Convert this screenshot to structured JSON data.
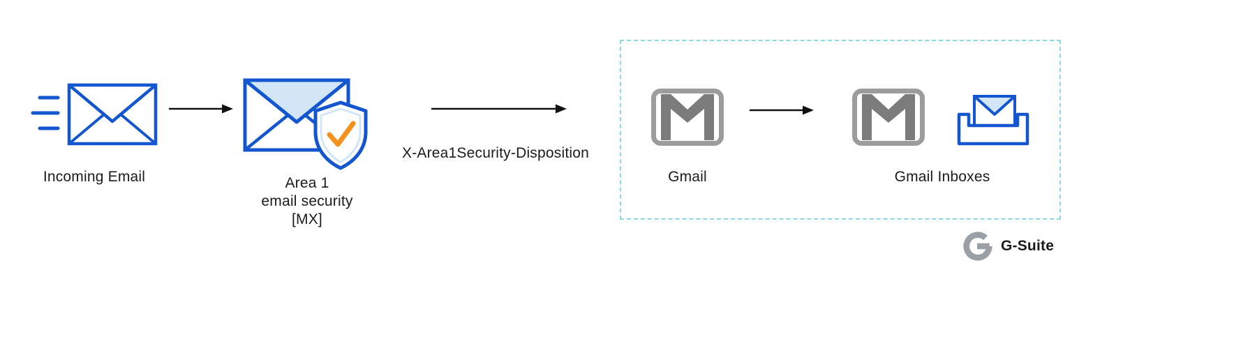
{
  "flow": {
    "incoming_email": {
      "label": "Incoming Email",
      "icon": "incoming-envelope-icon"
    },
    "area1_security": {
      "label_lines": [
        "Area 1",
        "email security",
        "[MX]"
      ],
      "icon": "envelope-shield-icon"
    },
    "disposition_annotation": "X-Area1Security-Disposition",
    "gmail": {
      "label": "Gmail",
      "icon": "gmail-icon"
    },
    "gmail_inboxes": {
      "label": "Gmail Inboxes",
      "icons": [
        "gmail-icon",
        "inbox-envelope-icon"
      ]
    }
  },
  "branding": {
    "label": "G-Suite",
    "icon": "g-logo-icon"
  },
  "colors": {
    "envelope_blue": "#1456cf",
    "envelope_fill_light": "#d3e6f8",
    "check_orange": "#f5921f",
    "gmail_border_gray": "#9c9c9c",
    "gmail_m_gray": "#7b7b7b",
    "boundary_dash": "#8ed8e4",
    "arrow_ink": "#111111",
    "text_ink": "#1b1b1b",
    "g_logo_gray": "#9aa0a6"
  }
}
